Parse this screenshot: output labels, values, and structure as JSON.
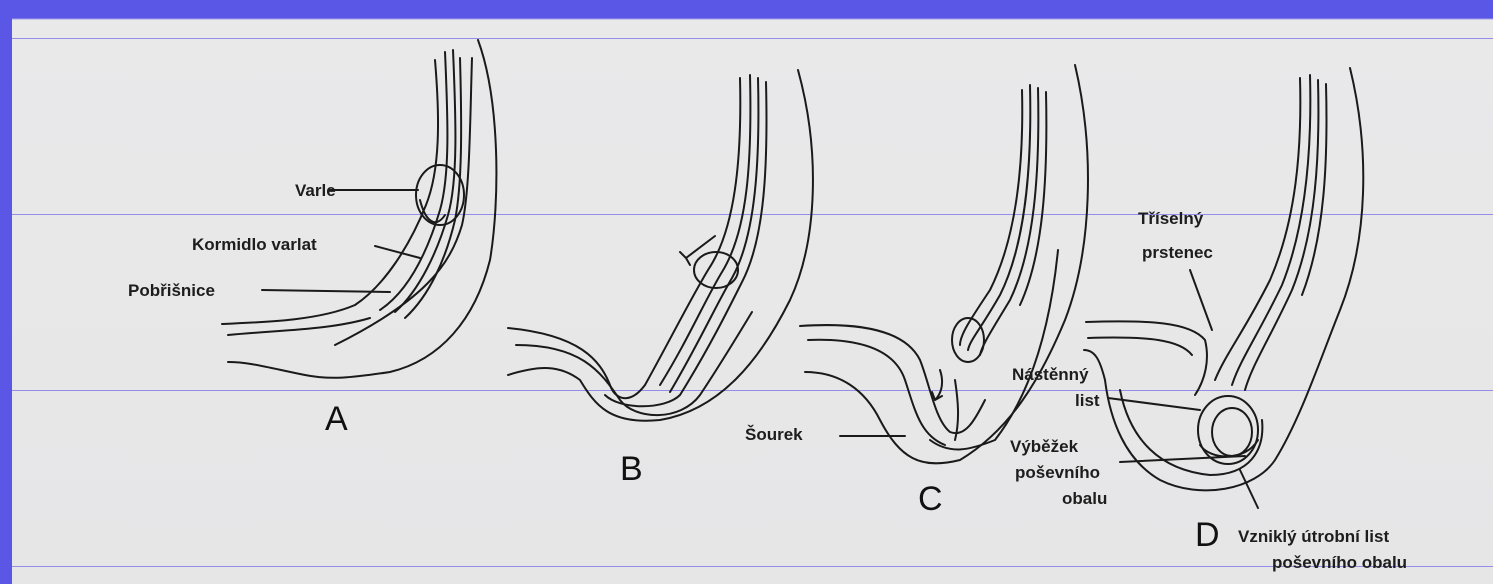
{
  "labels": {
    "varle": "Varle",
    "kormidlo": "Kormidlo varlat",
    "pobrisnice": "Pobřišnice",
    "trisel_1": "Tříselný",
    "trisel_2": "prstenec",
    "sourek": "Šourek",
    "nastenny_1": "Nástěnný",
    "nastenny_2": "list",
    "vybezek_1": "Výběžek",
    "vybezek_2": "poševního",
    "vybezek_3": "obalu",
    "utrobni_1": "Vzniklý útrobní list",
    "utrobni_2": "poševního obalu"
  },
  "panels": [
    "A",
    "B",
    "C",
    "D"
  ],
  "colors": {
    "frame": "#5a56e6",
    "background": "#e8e8e9",
    "ink": "#1a1a1a",
    "rule": "#7c77ea"
  }
}
